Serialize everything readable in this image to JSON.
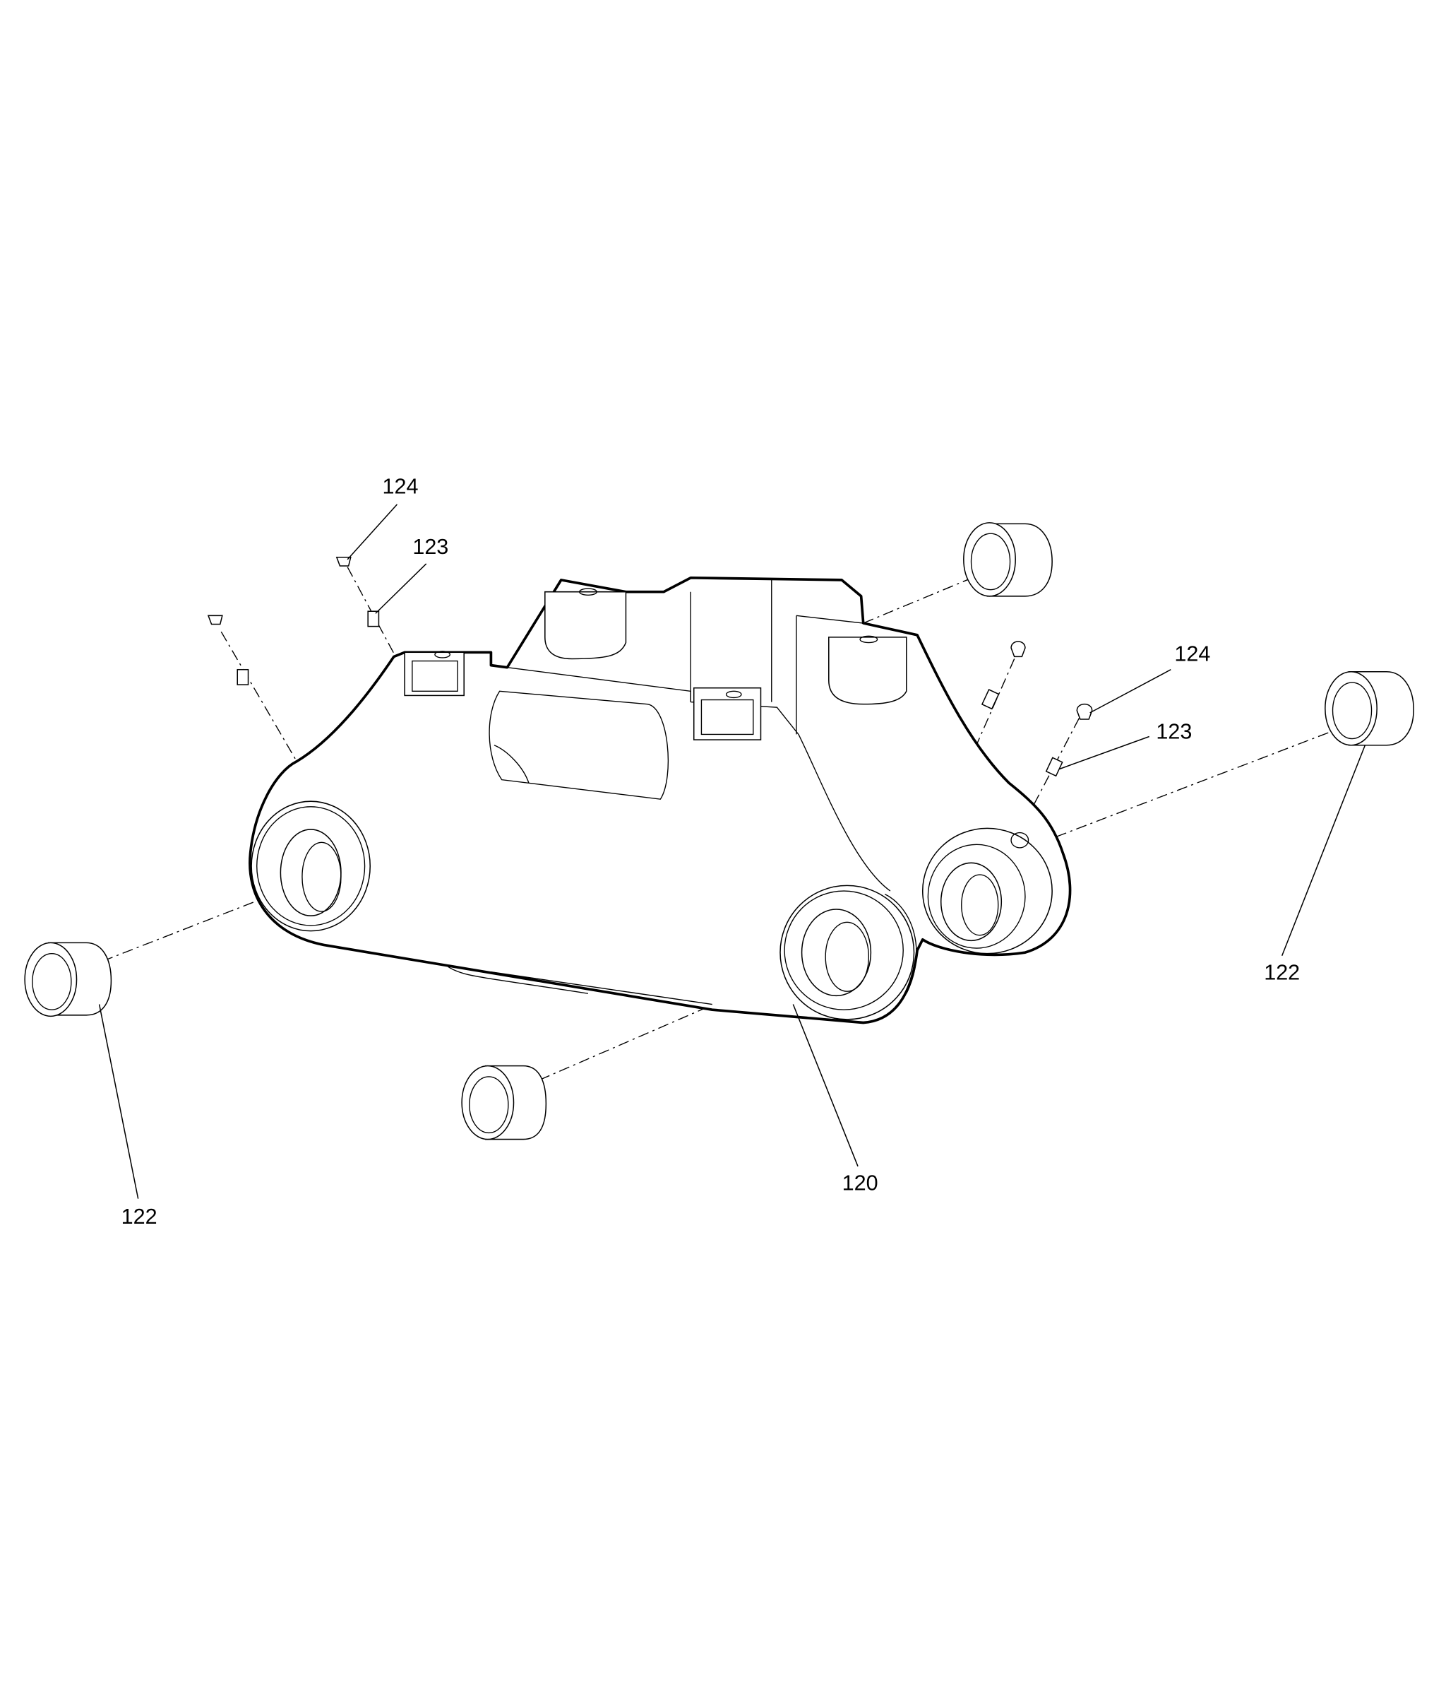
{
  "diagram": {
    "type": "exploded parts diagram",
    "callouts": [
      {
        "id": "label-124-left",
        "text": "124"
      },
      {
        "id": "label-123-left",
        "text": "123"
      },
      {
        "id": "label-124-right",
        "text": "124"
      },
      {
        "id": "label-123-right",
        "text": "123"
      },
      {
        "id": "label-122-right",
        "text": "122"
      },
      {
        "id": "label-122-left",
        "text": "122"
      },
      {
        "id": "label-120",
        "text": "120"
      }
    ]
  }
}
